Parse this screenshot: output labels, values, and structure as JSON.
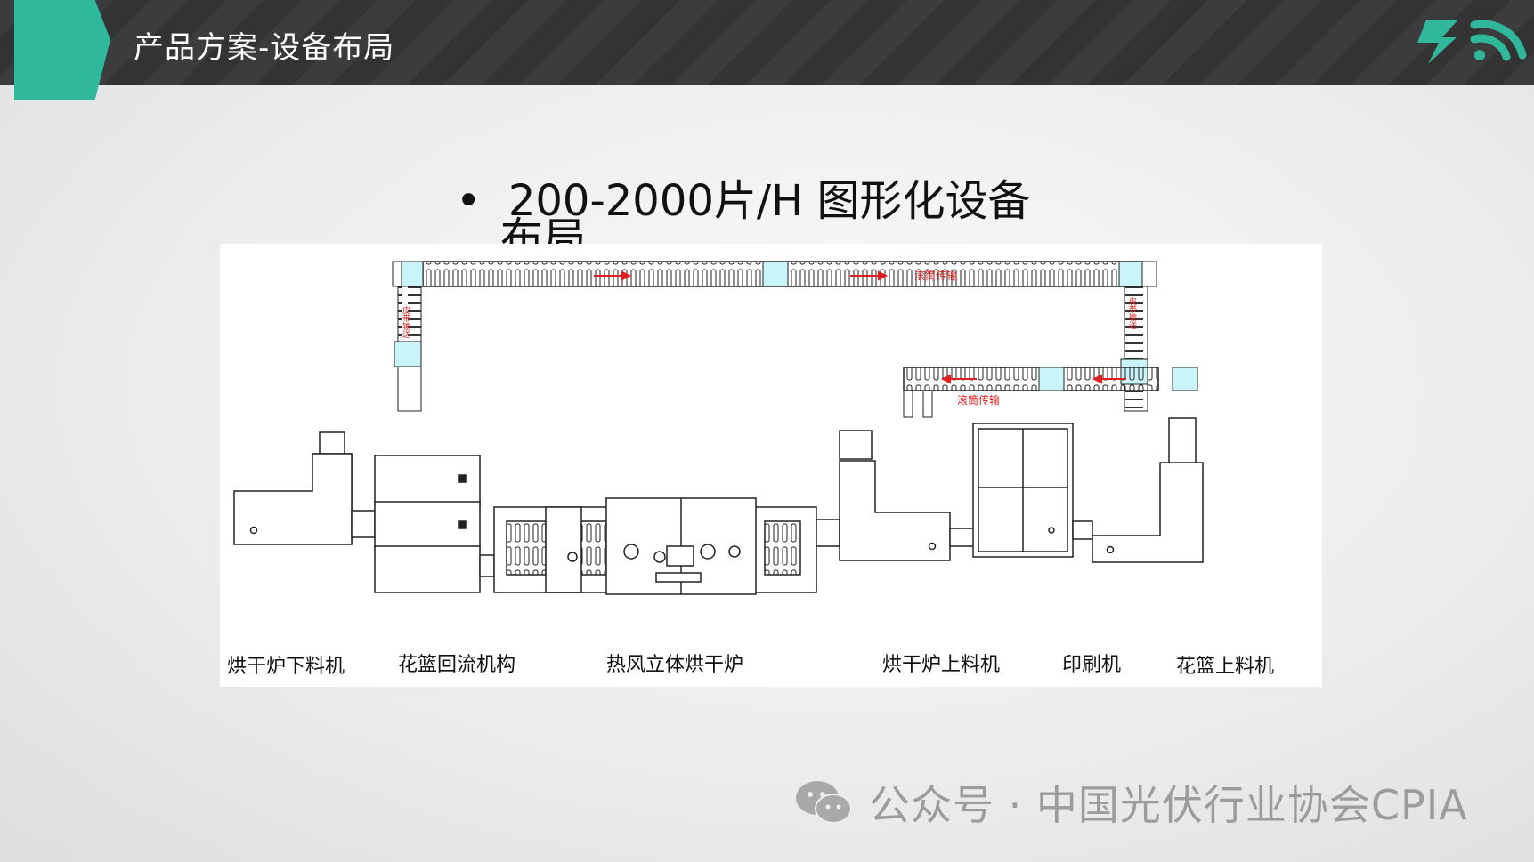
{
  "slide": {
    "title": "产品方案-设备布局",
    "bullet": "200-2000片/H  图形化设备",
    "bullet_wrap": "布局"
  },
  "diagram": {
    "labels": [
      "烘干炉下料机",
      "花篮回流机构",
      "热风立体烘干炉",
      "烘干炉上料机",
      "印刷机",
      "花篮上料机"
    ],
    "top_conveyor_label": "滚筒传输",
    "mid_conveyor_label": "滚筒传输",
    "left_vertical_label": "皮带输送",
    "right_vertical_label": "皮带输送"
  },
  "footer": {
    "text": "公众号 · 中国光伏行业协会CPIA"
  },
  "colors": {
    "accent": "#2fb89a",
    "header_bg": "#383838",
    "arrow": "#e02020",
    "cyan": "#35d0e0"
  },
  "icons": [
    "bolt-icon",
    "wifi-signal-icon",
    "wechat-icon"
  ]
}
